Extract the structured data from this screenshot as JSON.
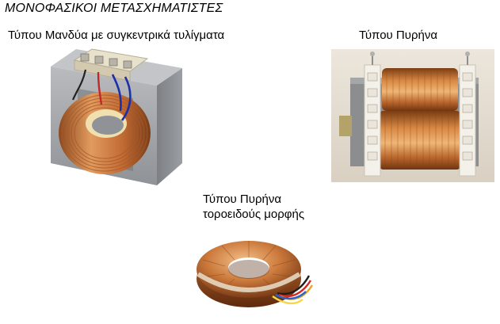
{
  "page": {
    "title": "ΜΟΝΟΦΑΣΙΚΟΙ ΜΕΤΑΣΧΗΜΑΤΙΣΤΕΣ"
  },
  "figures": {
    "shell": {
      "caption": "Τύπου Μανδύα με συγκεντρικά τυλίγματα",
      "image": "shell-type-transformer-image"
    },
    "core": {
      "caption": "Τύπου Πυρήνα",
      "image": "core-type-transformer-image"
    },
    "toroid": {
      "caption_line1": "Τύπου Πυρήνα",
      "caption_line2": "τοροειδούς μορφής",
      "image": "toroidal-transformer-image"
    }
  },
  "colors": {
    "copper": "#c8743a",
    "copper_light": "#e6a66b",
    "steel": "#a7a9ad",
    "terminal": "#d8d2c0"
  }
}
